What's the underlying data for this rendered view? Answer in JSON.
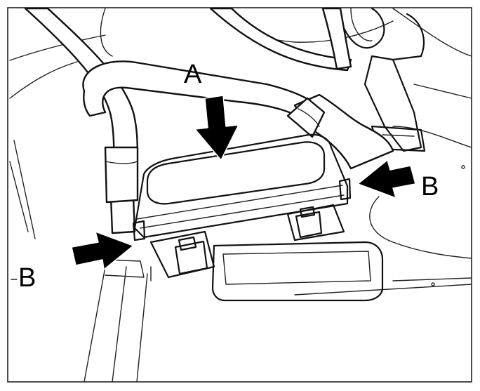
{
  "labels": {
    "a": "A",
    "b_right": "B",
    "b_left": "B"
  },
  "colors": {
    "module_body": "#b4b4b4",
    "module_top": "#c9c9c9",
    "clip": "#8d8d8d",
    "line": "#111111",
    "background": "#ffffff"
  }
}
